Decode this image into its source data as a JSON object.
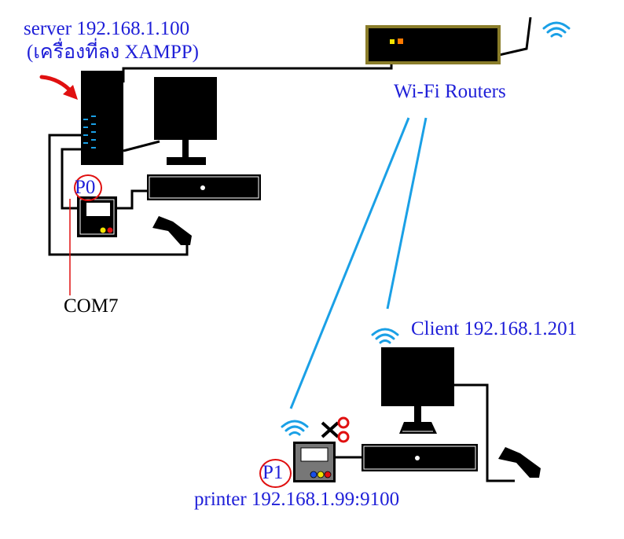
{
  "labels": {
    "server_line1": "server  192.168.1.100",
    "server_line2": "(เครื่องที่ลง  XAMPP)",
    "router": "Wi-Fi  Routers",
    "p0": "P0",
    "com": "COM7",
    "client": "Client  192.168.1.201",
    "p1": "P1",
    "printer": "printer  192.168.1.99:9100"
  },
  "icons": {
    "wifi": "wifi-icon",
    "scissors": "scissors-icon",
    "scanner": "barcode-scanner-icon",
    "keyboard": "keyboard-icon",
    "monitor": "monitor-icon",
    "tower": "server-tower-icon",
    "printer": "receipt-printer-icon",
    "router": "router-icon"
  },
  "colors": {
    "label": "#1f1fd8",
    "wireless": "#1aa0e6",
    "cable": "#000000",
    "marker": "#e01010",
    "router_frame": "#8a7d2a"
  }
}
